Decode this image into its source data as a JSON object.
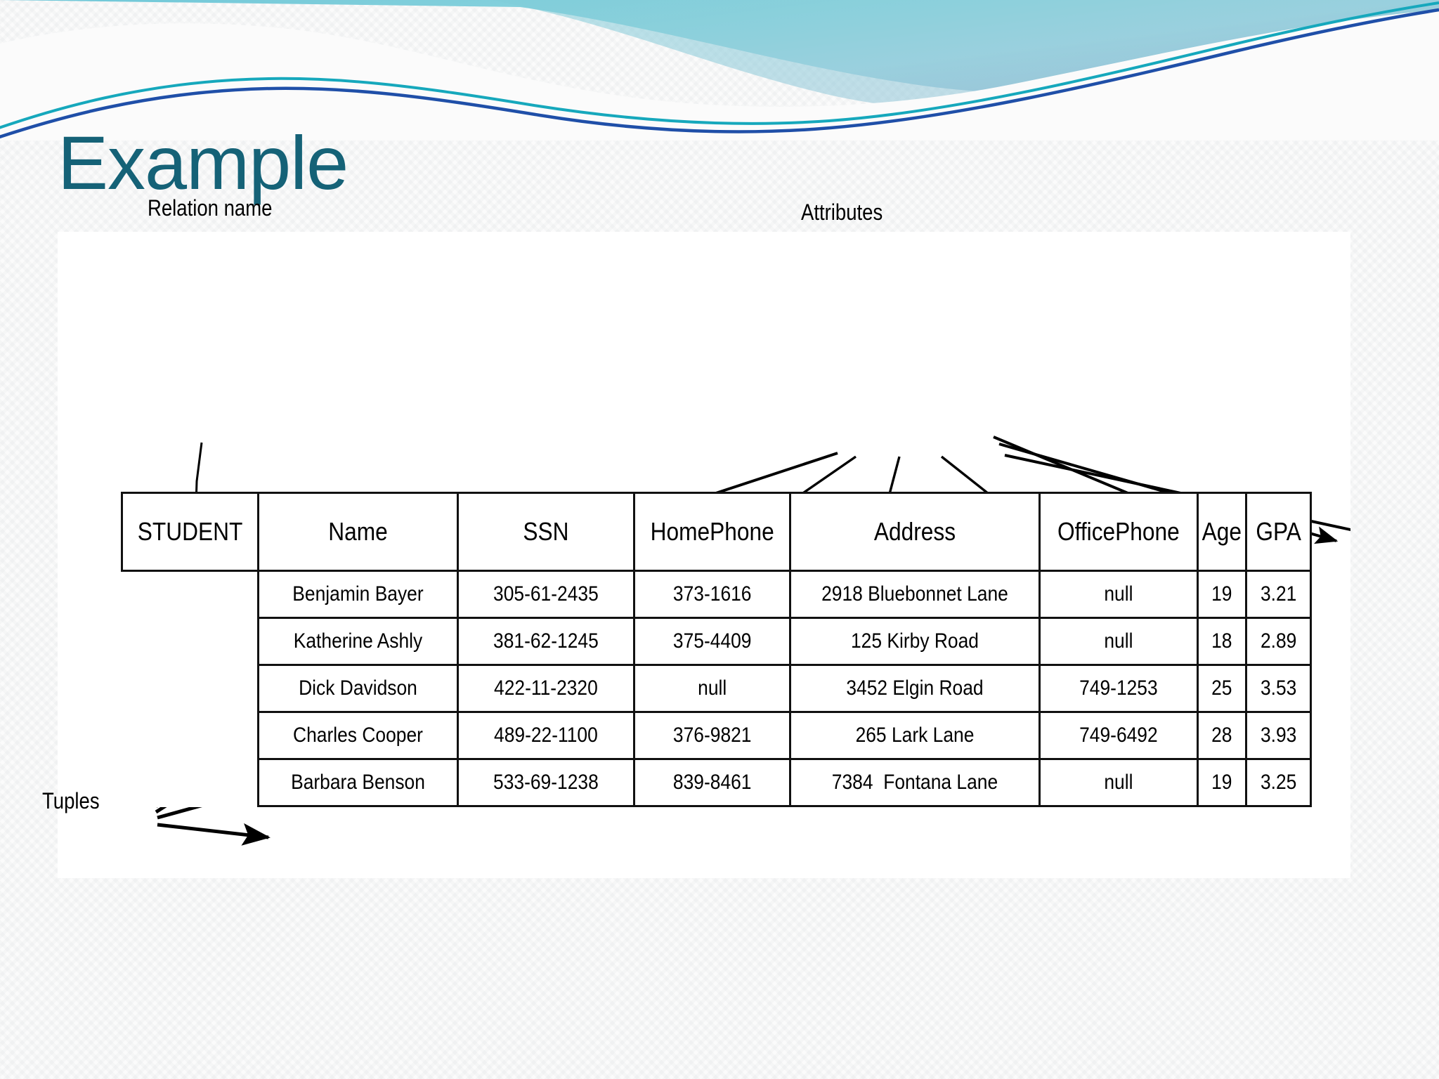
{
  "slide": {
    "title": "Example",
    "title_color": "#156277",
    "background_color": "#fbfbfb",
    "accent_colors": {
      "wave_teal": "#7ecfdc",
      "wave_blue_line": "#1f4fa8",
      "wave_cyan_line": "#13a3b5",
      "wave_muted": "#8fb6c8"
    }
  },
  "figure": {
    "labels": {
      "relation_name": "Relation name",
      "attributes": "Attributes",
      "tuples": "Tuples"
    },
    "annotation_targets": {
      "relation_name_points_to": "STUDENT",
      "attributes_points_to": [
        "Name",
        "SSN",
        "HomePhone",
        "Address",
        "OfficePhone",
        "Age",
        "GPA"
      ],
      "tuples_points_to": [
        "Benjamin Bayer",
        "Katherine Ashly",
        "Dick Davidson",
        "Charles Cooper",
        "Barbara Benson"
      ]
    }
  },
  "table": {
    "relation_name": "STUDENT",
    "headers": [
      "STUDENT",
      "Name",
      "SSN",
      "HomePhone",
      "Address",
      "OfficePhone",
      "Age",
      "GPA"
    ],
    "rows": [
      {
        "name": "Benjamin Bayer",
        "ssn": "305-61-2435",
        "home_phone": "373-1616",
        "address": "2918 Bluebonnet Lane",
        "office_phone": "null",
        "age": "19",
        "gpa": "3.21"
      },
      {
        "name": "Katherine Ashly",
        "ssn": "381-62-1245",
        "home_phone": "375-4409",
        "address": "125 Kirby Road",
        "office_phone": "null",
        "age": "18",
        "gpa": "2.89"
      },
      {
        "name": "Dick Davidson",
        "ssn": "422-11-2320",
        "home_phone": "null",
        "address": "3452 Elgin Road",
        "office_phone": "749-1253",
        "age": "25",
        "gpa": "3.53"
      },
      {
        "name": "Charles Cooper",
        "ssn": "489-22-1100",
        "home_phone": "376-9821",
        "address": "265 Lark Lane",
        "office_phone": "749-6492",
        "age": "28",
        "gpa": "3.93"
      },
      {
        "name": "Barbara Benson",
        "ssn": "533-69-1238",
        "home_phone": "839-8461",
        "address": "7384  Fontana Lane",
        "office_phone": "null",
        "age": "19",
        "gpa": "3.25"
      }
    ]
  }
}
